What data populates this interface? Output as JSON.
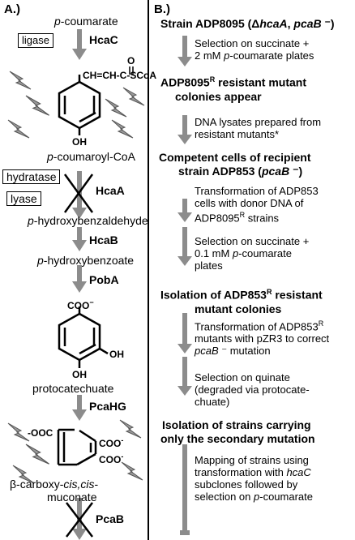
{
  "panel_a": {
    "label": "A.)",
    "step1_substrate": "p-coumarate",
    "ligase_box": "ligase",
    "enz_hcac": "HcaC",
    "side_chain": "CH=CH-C-SCoA",
    "carbonyl_o": "O",
    "oh1": "OH",
    "product1": "p-coumaroyl-CoA",
    "hydratase_box": "hydratase",
    "lyase_box": "lyase",
    "enz_hcaa": "HcaA",
    "product2": "p-hydroxybenzaldehyde",
    "enz_hcab": "HcaB",
    "product3": "p-hydroxybenzoate",
    "enz_poba": "PobA",
    "coo": "COO",
    "coo_sup": "−",
    "oh2": "OH",
    "oh3": "OH",
    "product4": "protocatechuate",
    "enz_pcahg": "PcaHG",
    "ooc_left": "-OOC",
    "coo_right1": "COO",
    "coo_right1_sup": "-",
    "coo_right2": "COO",
    "coo_right2_sup": "-",
    "product5_line1_a": "β-carboxy-",
    "product5_line1_b": "cis,cis",
    "product5_line1_c": "-",
    "product5_line2": "muconate",
    "enz_pcab": "PcaB"
  },
  "panel_b": {
    "label": "B.)",
    "h1_a": "Strain ADP8095 (Δ",
    "h1_b": "hcaA",
    "h1_c": ", ",
    "h1_d": "pcaB",
    "h1_e": " ⁻)",
    "s1_line1": "Selection on succinate +",
    "s1_line2_a": "2 mM ",
    "s1_line2_b": "p",
    "s1_line2_c": "-coumarate plates",
    "h2_line1_a": "ADP8095",
    "h2_line1_sup": "R",
    "h2_line1_b": " resistant mutant",
    "h2_line2": "colonies appear",
    "s2_line1": "DNA lysates prepared from",
    "s2_line2": "resistant mutants*",
    "h3_line1": "Competent cells of recipient",
    "h3_line2_a": "strain ADP853 (",
    "h3_line2_b": "pcaB",
    "h3_line2_c": " ⁻)",
    "s3_line1": "Transformation of ADP853",
    "s3_line2": "cells with donor DNA of",
    "s3_line3_a": "ADP8095",
    "s3_line3_sup": "R",
    "s3_line3_b": " strains",
    "s4_line1": "Selection on succinate +",
    "s4_line2_a": "0.1 mM ",
    "s4_line2_b": "p",
    "s4_line2_c": "-coumarate",
    "s4_line3": "plates",
    "h4_line1_a": "Isolation of ADP853",
    "h4_line1_sup": "R",
    "h4_line1_b": " resistant",
    "h4_line2": "mutant colonies",
    "s5_line1_a": "Transformation of ADP853",
    "s5_line1_sup": "R",
    "s5_line2": "mutants with pZR3 to correct",
    "s5_line3_a": "pcaB",
    "s5_line3_b": " ⁻ mutation",
    "s6_line1": "Selection on quinate",
    "s6_line2": "(degraded via protocate-",
    "s6_line3": "chuate)",
    "h5_line1": "Isolation of strains carrying",
    "h5_line2": "only the secondary mutation",
    "s7_line1": "Mapping of strains using",
    "s7_line2_a": "transformation with ",
    "s7_line2_b": "hcaC",
    "s7_line3": "subclones followed by",
    "s7_line4_a": "selection on ",
    "s7_line4_b": "p",
    "s7_line4_c": "-coumarate"
  },
  "colors": {
    "arrow": "#8c8c8c",
    "bolt": "#9a9a9a",
    "bolt_stroke": "#555555",
    "ink": "#000000"
  }
}
